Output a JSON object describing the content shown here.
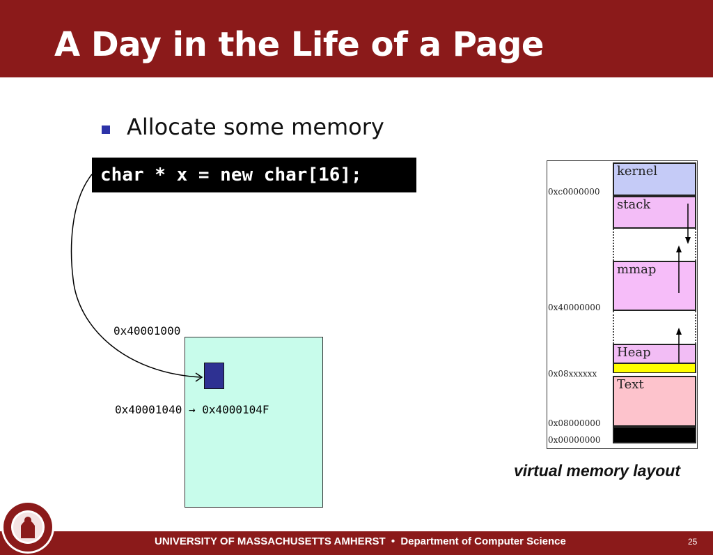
{
  "slide": {
    "title": "A Day in the Life of a Page",
    "bullet": "Allocate some memory",
    "code": "char * x = new char[16];",
    "page_address": "0x40001000",
    "alloc_range": "0x40001040 → 0x4000104F",
    "page_number": "25"
  },
  "vm_layout": {
    "caption": "virtual memory layout",
    "segments": {
      "kernel": "kernel",
      "stack": "stack",
      "mmap": "mmap",
      "heap": "Heap",
      "text": "Text"
    },
    "addresses": {
      "kernel_base": "0xc0000000",
      "mmap_base": "0x40000000",
      "heap_top": "0x08xxxxxx",
      "text_base": "0x08000000",
      "zero": "0x00000000"
    },
    "colors": {
      "kernel": "#c5cbf7",
      "stack": "#f3bdf7",
      "mmap": "#f6bdf9",
      "heap": "#f2bdf5",
      "heap_alloc": "#ffff00",
      "text": "#fdc3cc",
      "reserved": "#000000"
    }
  },
  "footer": {
    "university": "UNIVERSITY OF MASSACHUSETTS AMHERST",
    "separator": "•",
    "department": "Department of Computer Science"
  },
  "colors": {
    "header_bg": "#8b1a1a",
    "page_fill": "#c8fceb",
    "alloc_block": "#2e3192",
    "bullet": "#2d33a8"
  }
}
